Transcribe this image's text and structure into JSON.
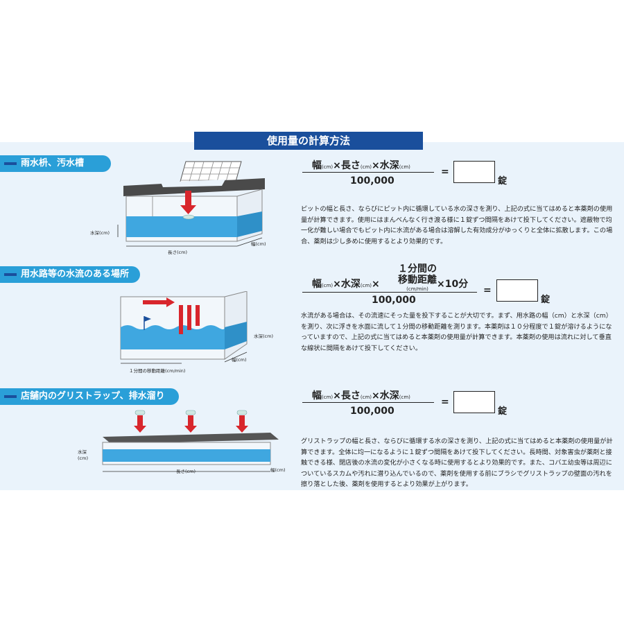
{
  "title": "使用量の計算方法",
  "sections": [
    {
      "label": "雨水枡、汚水槽",
      "formula_terms": [
        "幅",
        "(cm)",
        "×長さ",
        "(cm)",
        "×水深",
        "(cm)"
      ],
      "denominator": "100,000",
      "equals": "=",
      "unit": "錠",
      "diagram_labels": {
        "depth": "水深(cm)",
        "length": "長さ(cm)",
        "width": "幅(cm)"
      },
      "description": "ピットの幅と長さ、ならびにピット内に循環している水の深さを測り、上記の式に当てはめると本薬剤の使用量が計算できます。使用にはまんべんなく行き渡る様に１錠ずつ間隔をあけて投下してください。遮蔽物で均一化が難しい場合でもピット内に水流がある場合は溶解した有効成分がゆっくりと全体に拡散します。この場合、薬剤は少し多めに使用するとより効果的です。"
    },
    {
      "label": "用水路等の水流のある場所",
      "formula_top": "１分間の",
      "formula_terms": [
        "幅",
        "(cm)",
        "×水深",
        "(cm)",
        "×",
        "移動距離",
        "(cm/min)",
        "×10分"
      ],
      "denominator": "100,000",
      "equals": "=",
      "unit": "錠",
      "diagram_labels": {
        "depth": "水深(cm)",
        "width": "幅(cm)",
        "distance": "１分間の移動距離(cm/min)"
      },
      "description": "水流がある場合は、その流速にそった量を投下することが大切です。まず、用水路の幅（cm）と水深（cm）を測り、次に浮きを水面に流して１分間の移動距離を測ります。本薬剤は１０分程度で１錠が溶けるようになっていますので、上記の式に当てはめると本薬剤の使用量が計算できます。本薬剤の使用は流れに対して垂直な線状に間隔をあけて投下してください。"
    },
    {
      "label": "店舗内のグリストラップ、排水溜り",
      "formula_terms": [
        "幅",
        "(cm)",
        "×長さ",
        "(cm)",
        "×水深",
        "(cm)"
      ],
      "denominator": "100,000",
      "equals": "=",
      "unit": "錠",
      "diagram_labels": {
        "depth": "水深(cm)",
        "length": "長さ(cm)",
        "width": "幅(cm)"
      },
      "description": "グリストラップの幅と長さ、ならびに循環する水の深さを測り、上記の式に当てはめると本薬剤の使用量が計算できます。全体に均一になるように１錠ずつ間隔をあけて投下してください。長時間、対象害虫が薬剤と接触できる様、閉店後の水流の変化が小さくなる時に使用するとより効果的です。また、コバエ幼虫等は周辺についているスカムや汚れに潜り込んでいるので、薬剤を使用する前にブラシでグリストラップの壁面の汚れを擦り落とした後、薬剤を使用するとより効果が上がります。"
    }
  ],
  "colors": {
    "title_bg": "#1a4f9c",
    "label_bg": "#2a9fd8",
    "panel_bg": "#eaf3fb",
    "water": "#3fa7e0",
    "arrow": "#d8262c"
  }
}
